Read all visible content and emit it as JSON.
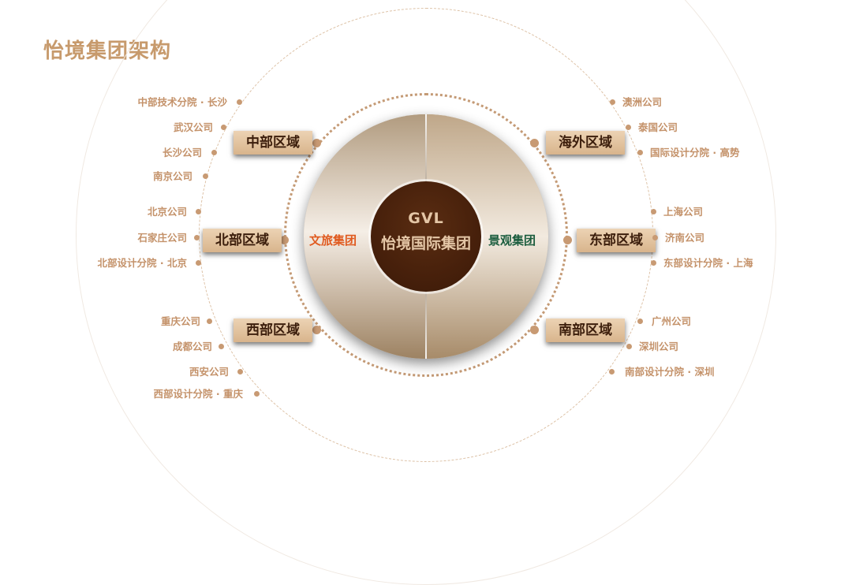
{
  "title": "怡境集团架构",
  "center": {
    "code": "GVL",
    "name": "怡境国际集团"
  },
  "groups": {
    "left": "文旅集团",
    "right": "景观集团"
  },
  "regions": {
    "central": {
      "name": "中部区域",
      "branches": [
        "中部技术分院 · 长沙",
        "武汉公司",
        "长沙公司",
        "南京公司"
      ]
    },
    "north": {
      "name": "北部区域",
      "branches": [
        "北京公司",
        "石家庄公司",
        "北部设计分院 · 北京"
      ]
    },
    "west": {
      "name": "西部区域",
      "branches": [
        "重庆公司",
        "成都公司",
        "西安公司",
        "西部设计分院 · 重庆"
      ]
    },
    "overseas": {
      "name": "海外区域",
      "branches": [
        "澳洲公司",
        "泰国公司",
        "国际设计分院 · 高势"
      ]
    },
    "east": {
      "name": "东部区域",
      "branches": [
        "上海公司",
        "济南公司",
        "东部设计分院 · 上海"
      ]
    },
    "south": {
      "name": "南部区域",
      "branches": [
        "广州公司",
        "深圳公司",
        "南部设计分院 · 深圳"
      ]
    }
  },
  "colors": {
    "accent": "#c79a6c",
    "core": "#47200b",
    "culture_tourism": "#e05a1f",
    "landscape": "#1b5d3e"
  }
}
